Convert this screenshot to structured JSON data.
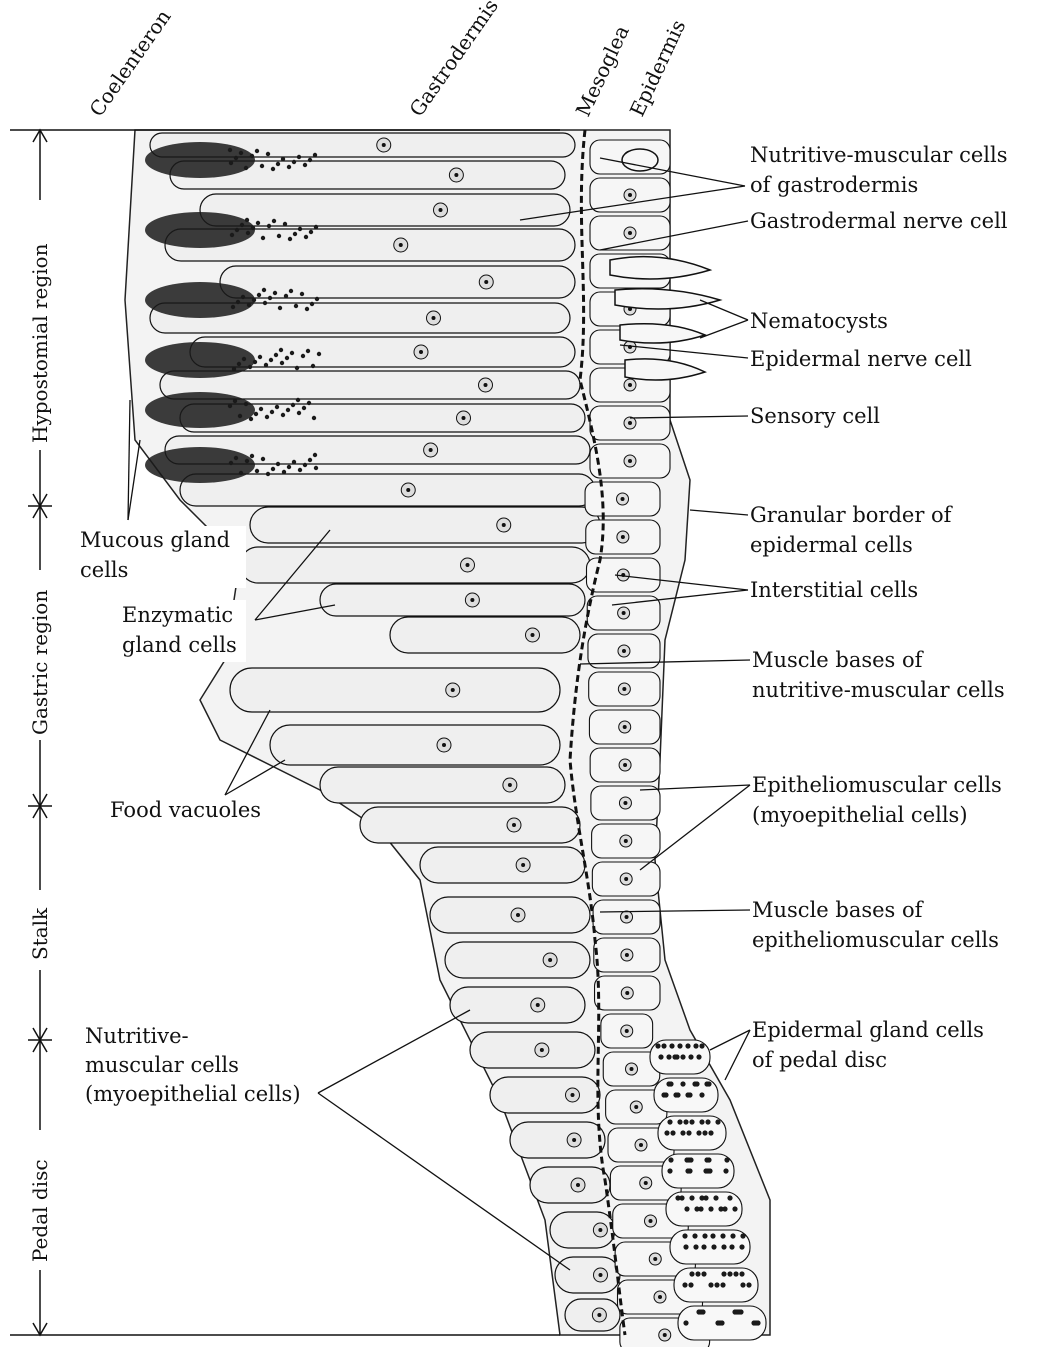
{
  "column_headers": [
    "Coelenteron",
    "Gastrodermis",
    "Mesoglea",
    "Epidermis"
  ],
  "regions": [
    "Hypostomial region",
    "Gastric region",
    "Stalk",
    "Pedal disc"
  ],
  "right_labels": [
    [
      "Nutritive-muscular cells",
      "of gastrodermis"
    ],
    [
      "Gastrodermal nerve cell"
    ],
    [
      "Nematocysts"
    ],
    [
      "Epidermal nerve cell"
    ],
    [
      "Sensory cell"
    ],
    [
      "Granular border of",
      "epidermal cells"
    ],
    [
      "Interstitial cells"
    ],
    [
      "Muscle bases of",
      "nutritive-muscular cells"
    ],
    [
      "Epitheliomuscular cells",
      "(myoepithelial cells)"
    ],
    [
      "Muscle bases of",
      "epitheliomuscular cells"
    ],
    [
      "Epidermal gland cells",
      "of pedal disc"
    ]
  ],
  "left_labels": [
    [
      "Mucous gland",
      "cells"
    ],
    [
      "Enzymatic",
      "gland cells"
    ],
    [
      "Food vacuoles"
    ],
    [
      "Nutritive-",
      "muscular cells",
      "(myoepithelial cells)"
    ]
  ],
  "colors": {
    "ink": "#111111",
    "cell_fill": "#efefef",
    "dark_granule": "#1a1a1a"
  }
}
